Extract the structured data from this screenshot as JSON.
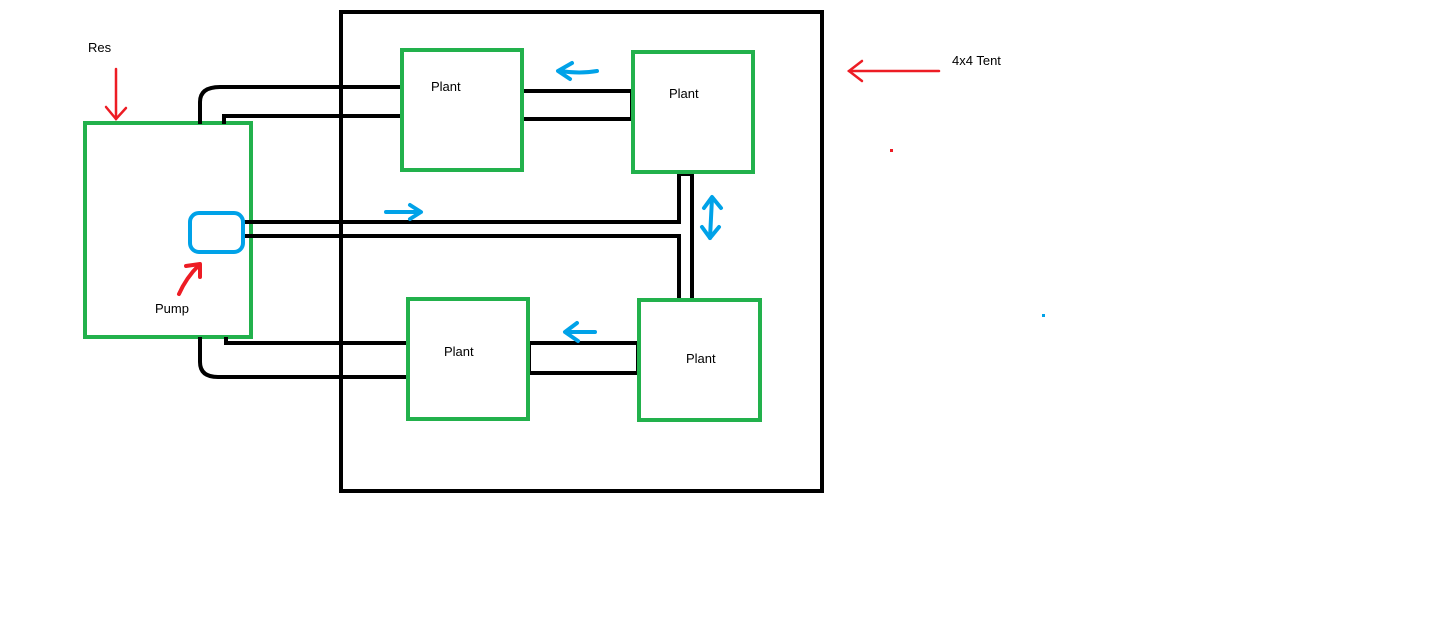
{
  "labels": {
    "res": "Res",
    "tent": "4x4 Tent",
    "pump": "Pump",
    "plant_top_left": "Plant",
    "plant_top_right": "Plant",
    "plant_bottom_left": "Plant",
    "plant_bottom_right": "Plant"
  },
  "colors": {
    "box_outline": "#22b14c",
    "pipe": "#000000",
    "flow_arrow": "#00a2e8",
    "pointer_arrow": "#ed1c24",
    "pump": "#00a2e8",
    "background": "#ffffff"
  }
}
